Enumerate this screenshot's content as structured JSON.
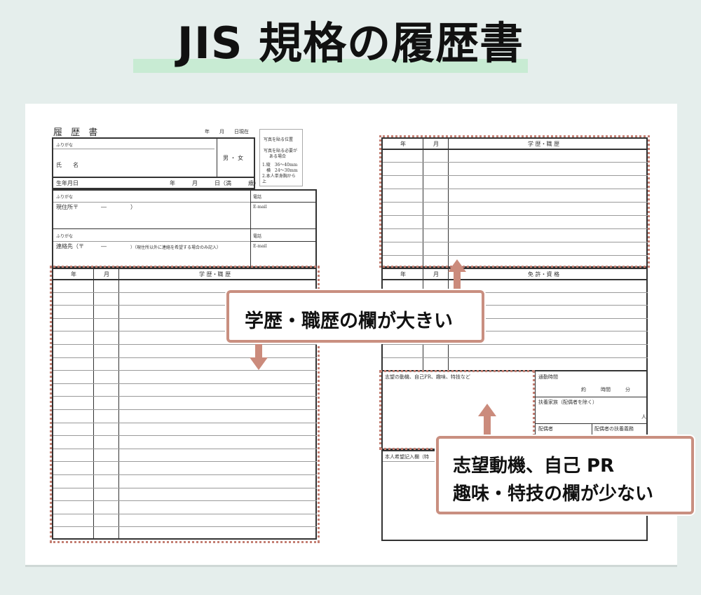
{
  "title": "JIS 規格の履歴書",
  "colors": {
    "highlight": "#c47f73",
    "callout_border": "#c98f80",
    "underline": "#c8ebd3",
    "background": "#e5eeec"
  },
  "resume": {
    "header": "履 歴 書",
    "date_label": "年　　月　　日現在",
    "photo_title": "写真を貼る位置",
    "photo_note1": "写真を貼る必要が",
    "photo_note2": "ある場合",
    "photo_spec1": "1.縦　36～40mm",
    "photo_spec2": "　横　24～30mm",
    "photo_spec3": "2.本人単身胸から",
    "photo_spec4": "上",
    "furigana": "ふりがな",
    "name_label": "氏　　名",
    "gender": "男 ・ 女",
    "birth_label": "生年月日",
    "birth_fields": "年　　　月　　　日（満　　　歳）",
    "furigana2": "ふりがな",
    "address_label": "現住所〒　　　　―",
    "address_close": "）",
    "phone_label": "電話",
    "email_label": "E-mail",
    "furigana3": "ふりがな",
    "contact_label": "連絡先（〒　　　―",
    "contact_note": "）（現住所以外に連絡を希望する場合のみ記入）",
    "phone_label2": "電話",
    "email_label2": "E-mail",
    "col_year": "年",
    "col_month": "月",
    "col_history": "学 歴・職 歴",
    "col_history_right": "学 歴・職 歴",
    "col_license": "免 許・資 格",
    "motivation_label": "志望の動機、自己PR、趣味、特技など",
    "commute_label": "通勤時間",
    "commute_fields": "約　　　時間　　　分",
    "dependents_label": "扶養家族（配偶者を除く）",
    "dependents_unit": "人",
    "spouse_label": "配偶者",
    "spouse_support": "配偶者の扶養義務",
    "wishes_label": "本人希望記入欄（特"
  },
  "callouts": {
    "history": "学歴・職歴の欄が大きい",
    "motivation_line1": "志望動機、自己 PR",
    "motivation_line2": "趣味・特技の欄が少ない"
  }
}
